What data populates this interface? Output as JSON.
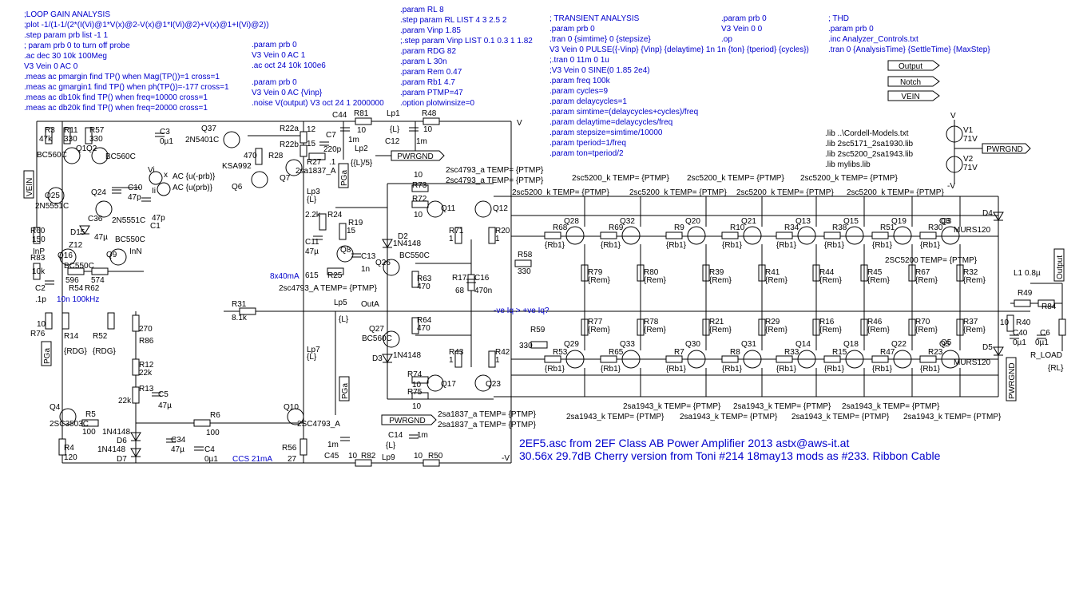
{
  "directives": {
    "loop_gain": [
      ";LOOP GAIN ANALYSIS",
      ";plot -1/(1-1/(2*(I(Vi)@1*V(x)@2-V(x)@1*I(Vi)@2)+V(x)@1+I(Vi)@2))",
      ".step param prb list -1 1",
      "; param prb 0 to turn off probe",
      ".ac dec 30 10k 100Meg",
      "V3 Vein 0 AC 0",
      ".meas ac pmargin find TP() when Mag(TP())=1 cross=1",
      ".meas ac gmargin1 find TP() when ph(TP())=-177 cross=1",
      ".meas ac db10k find TP() when freq=10000 cross=1",
      ".meas ac db20k find TP() when freq=20000 cross=1"
    ],
    "ac_analysis": [
      ".param prb 0",
      "V3 Vein 0 AC 1",
      ".ac oct 24 10k 100e6"
    ],
    "noise": [
      ".param prb 0",
      "V3 Vein 0 AC {Vinp}",
      ".noise V(output) V3 oct 24 1 2000000"
    ],
    "params": [
      ".param RL 8",
      ".step param RL LIST 4 3 2.5 2",
      ".param Vinp 1.85",
      ";.step param Vinp LIST 0.1 0.3 1 1.82",
      ".param RDG 82",
      ".param L 30n",
      ".param Rem 0.47",
      ".param Rb1 4.7",
      ".param PTMP=47",
      ".option plotwinsize=0"
    ],
    "transient": [
      "; TRANSIENT ANALYSIS",
      ".param prb 0",
      ".tran 0 {simtime} 0 {stepsize}",
      "V3 Vein 0 PULSE({-Vinp} {Vinp} {delaytime} 1n 1n {ton} {tperiod} {cycles})",
      ";.tran 0 11m 0 1u",
      ";V3 Vein 0 SINE(0 1.85 2e4)",
      ".param freq 100k",
      ".param cycles=9",
      ".param delaycycles=1",
      ".param simtime=(delaycycles+cycles)/freq",
      ".param delaytime=delaycycles/freq",
      ".param stepsize=simtime/10000",
      ".param tperiod=1/freq",
      ".param ton=tperiod/2"
    ],
    "op": [
      ".param prb 0",
      "V3 Vein 0 0",
      ".op"
    ],
    "thd": [
      "; THD",
      ".param prb 0",
      ".inc Analyzer_Controls.txt",
      ".tran 0 {AnalysisTime} {SettleTime} {MaxStep}"
    ],
    "libs": [
      ".lib ..\\Cordell-Models.txt",
      ".lib 2sc5171_2sa1930.lib",
      ".lib 2sc5200_2sa1943.lib",
      ".lib mylibs.lib"
    ]
  },
  "title_lines": [
    "2EF5.asc from 2EF Class AB Power Amplifier 2013 astx@aws-it.at",
    "30.56x 29.7dB  Cherry version from Toni #214 18may13 mods as #233.  Ribbon Cable"
  ],
  "net_labels": {
    "output": "Output",
    "notch": "Notch",
    "vein": "VEIN",
    "pwrgnd": "PWRGND",
    "pga": "PGa",
    "vpos": "V",
    "vneg": "-V",
    "inp": "InP",
    "inn": "InN",
    "outa": "OutA",
    "c1": "C1",
    "x": "x"
  },
  "notes": {
    "iq": "-ve Iq > +ve Iq?",
    "ccs": "CCS 21mA",
    "bias": "8x40mA",
    "filter": "10n 100kHz"
  },
  "supplies": [
    {
      "name": "V1",
      "value": "71V"
    },
    {
      "name": "V2",
      "value": "71V"
    }
  ],
  "probe": {
    "name": "Vi",
    "ac_pos": "AC {u(-prb)}",
    "ac_neg": "AC {u(prb)}",
    "ii": "Ii"
  },
  "components": {
    "R3": [
      "R3",
      "47k"
    ],
    "R11": [
      "R11",
      "330"
    ],
    "R57": [
      "R57",
      "330"
    ],
    "C3": [
      "C3",
      "0µ1"
    ],
    "Q37": [
      "Q37",
      "2N5401C"
    ],
    "Q1": "Q1",
    "Q2": "Q2",
    "BC560C_a": "BC560C",
    "BC560C_b": "BC560C",
    "Q25": [
      "Q25",
      "2N5551C"
    ],
    "Q24": "Q24",
    "C10": [
      "C10",
      "47p"
    ],
    "C36": "C36",
    "Q24t": "2N5551C",
    "R60": [
      "R60",
      "150"
    ],
    "D15": "D15",
    "Z12": "Z12",
    "C36v": "47µ",
    "Q16": [
      "Q16",
      "BC550C"
    ],
    "Q9": [
      "Q9",
      "BC550C"
    ],
    "R83": [
      "R83",
      "10k"
    ],
    "R54": [
      "R54",
      "596"
    ],
    "R62": [
      "R62",
      "574"
    ],
    "C2": [
      "C2",
      ".1p"
    ],
    "R76": [
      "R76",
      "10"
    ],
    "R14": [
      "R14",
      "{RDG}"
    ],
    "R52": [
      "R52",
      "{RDG}"
    ],
    "C47": "47p",
    "R22a": "R22a",
    "R22b": "R22b",
    "R22a_v": "12",
    "R22b_v": "15",
    "C7": [
      "C7",
      "220p"
    ],
    "R28": [
      "R28",
      "470"
    ],
    "Q6": [
      "Q6",
      "KSA992"
    ],
    "R27": [
      "R27",
      ".1"
    ],
    "Q7": [
      "Q7",
      "2sa1837_A"
    ],
    "Lp3": [
      "Lp3",
      "{L}"
    ],
    "C44": [
      "C44",
      "1m"
    ],
    "R81": [
      "R81",
      "10"
    ],
    "Lp1": [
      "Lp1",
      "{L}"
    ],
    "R48": [
      "R48",
      "10"
    ],
    "C12": [
      "C12",
      "1m"
    ],
    "Lp2": [
      "Lp2",
      "{{L}/5}"
    ],
    "R24": [
      "R24",
      "2.2k"
    ],
    "R19": [
      "R19",
      "15"
    ],
    "C11": [
      "C11",
      "47µ"
    ],
    "Q8": "Q8",
    "R25": [
      "R25",
      "615"
    ],
    "C13": [
      "C13",
      "1n"
    ],
    "R31": [
      "R31",
      "8.1k"
    ],
    "Lp5": [
      "Lp5",
      "{L}"
    ],
    "Lp7": [
      "Lp7",
      "{L}"
    ],
    "R270": "270",
    "R86": "R86",
    "R12": [
      "R12",
      "22k"
    ],
    "R13": [
      "R13",
      "22k"
    ],
    "C5": [
      "C5",
      "47µ"
    ],
    "Q4": [
      "Q4",
      "2SC3503C"
    ],
    "R5": [
      "R5",
      "100"
    ],
    "R4": [
      "R4",
      "120"
    ],
    "D6": [
      "D6",
      "1N4148"
    ],
    "D7": [
      "D7",
      "1N4148"
    ],
    "C34": [
      "C34",
      "47µ"
    ],
    "C4": [
      "C4",
      "0µ1"
    ],
    "R6": [
      "R6",
      "100"
    ],
    "Q10": [
      "Q10",
      "2SC4793_A"
    ],
    "R56": [
      "R56",
      "27"
    ],
    "C45": [
      "C45",
      "1m"
    ],
    "R82": [
      "R82",
      "10"
    ],
    "Lp9": [
      "Lp9",
      "{L}"
    ],
    "R50": [
      "R50",
      "10"
    ],
    "C14": [
      "C14",
      "1m"
    ],
    "R73": [
      "R73",
      "10"
    ],
    "R72": [
      "R72",
      "10"
    ],
    "Q11": "Q11",
    "Q12": "Q12",
    "R71": [
      "R71",
      "1"
    ],
    "R20": [
      "R20",
      "1"
    ],
    "D2": [
      "D2",
      "1N4148"
    ],
    "Q26": [
      "Q26",
      "BC550C"
    ],
    "R63": [
      "R63",
      "470"
    ],
    "R17": [
      "R17",
      "68"
    ],
    "C16": [
      "C16",
      "470n"
    ],
    "R58": [
      "R58",
      "330"
    ],
    "R64": [
      "R64",
      "470"
    ],
    "Q27": [
      "Q27",
      "BC560C"
    ],
    "R59": [
      "R59",
      "330"
    ],
    "D3": [
      "D3",
      "1N4148"
    ],
    "R43": [
      "R43",
      "1"
    ],
    "R42": [
      "R42",
      "1"
    ],
    "R74": [
      "R74",
      "10"
    ],
    "R75": [
      "R75",
      "10"
    ],
    "Q17": "Q17",
    "Q23": "Q23",
    "L1": [
      "L1",
      "0.8µ"
    ],
    "R49": "R49",
    "R40": [
      "R40",
      "10"
    ],
    "C40": [
      "C40",
      "0µ1"
    ],
    "R84": "R84",
    "C6": [
      "C6",
      "0µ1"
    ],
    "RLOAD": [
      "R_LOAD",
      "{RL}"
    ],
    "D4": "D4",
    "D5": "D5",
    "MURS1": "MURS120",
    "MURS2": "MURS120",
    "Q3": "Q3",
    "Q5": "Q5"
  },
  "device_notes": {
    "q11": "2sc4793_a TEMP= {PTMP}",
    "q12": "2sc4793_a TEMP= {PTMP}",
    "q26": "2sc4793_A TEMP= {PTMP}",
    "q17": "2sa1837_a TEMP= {PTMP}",
    "q23": "2sa1837_a TEMP= {PTMP}",
    "pnp_top": [
      "2sc5200_k TEMP= {PTMP}",
      "2sc5200_k TEMP= {PTMP}",
      "2sc5200_k TEMP= {PTMP}",
      "2sc5200_k TEMP= {PTMP}",
      "2sc5200_k TEMP= {PTMP}",
      "2sc5200_k TEMP= {PTMP}",
      "2sc5200_k TEMP= {PTMP}",
      "2sc5200_k TEMP= {PTMP}"
    ],
    "q3": "2SC5200 TEMP= {PTMP}",
    "nbot": [
      "2sa1943_k TEMP= {PTMP}",
      "2sa1943_k TEMP= {PTMP}",
      "2sa1943_k TEMP= {PTMP}",
      "2sa1943_k TEMP= {PTMP}",
      "2sa1943_k TEMP= {PTMP}",
      "2sa1943_k TEMP= {PTMP}",
      "2sa1943_k TEMP= {PTMP}",
      "2sa1943_k TEMP= {PTMP}"
    ]
  },
  "output_stage": {
    "upper": [
      {
        "q": "Q28",
        "rb": "R68",
        "re": "R79"
      },
      {
        "q": "Q32",
        "rb": "R69",
        "re": "R80"
      },
      {
        "q": "Q20",
        "rb": "R9",
        "re": "R39"
      },
      {
        "q": "Q21",
        "rb": "R10",
        "re": "R41"
      },
      {
        "q": "Q13",
        "rb": "R34",
        "re": "R44"
      },
      {
        "q": "Q15",
        "rb": "R38",
        "re": "R45"
      },
      {
        "q": "Q19",
        "rb": "R51",
        "re": "R67"
      },
      {
        "q": "Q3",
        "rb": "R30",
        "re": "R32"
      }
    ],
    "lower": [
      {
        "q": "Q29",
        "rb": "R53",
        "re": "R77"
      },
      {
        "q": "Q33",
        "rb": "R65",
        "re": "R78"
      },
      {
        "q": "Q30",
        "rb": "R7",
        "re": "R21"
      },
      {
        "q": "Q31",
        "rb": "R8",
        "re": "R29"
      },
      {
        "q": "Q14",
        "rb": "R33",
        "re": "R16"
      },
      {
        "q": "Q18",
        "rb": "R15",
        "re": "R46"
      },
      {
        "q": "Q22",
        "rb": "R47",
        "re": "R70"
      },
      {
        "q": "Q5",
        "rb": "R23",
        "re": "R37"
      }
    ],
    "rb_value": "{Rb1}",
    "re_value": "{Rem}"
  }
}
